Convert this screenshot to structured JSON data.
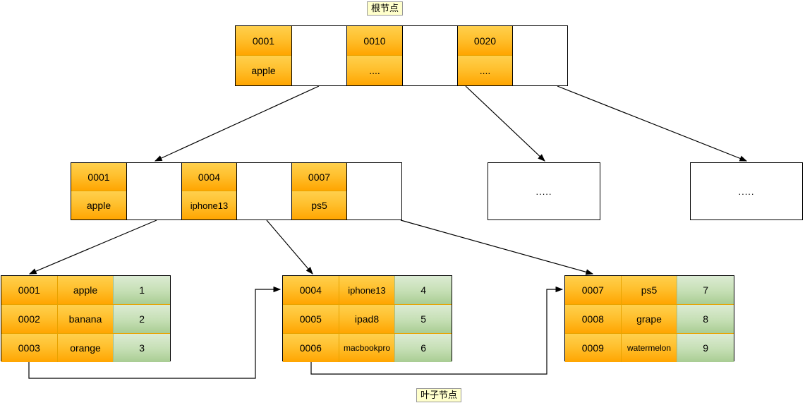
{
  "captions": {
    "root": "根节点",
    "leaf": "叶子节点"
  },
  "root_node": {
    "entries": [
      {
        "key": "0001",
        "value": "apple"
      },
      {
        "key": "0010",
        "value": "...."
      },
      {
        "key": "0020",
        "value": "...."
      }
    ]
  },
  "internal_node": {
    "entries": [
      {
        "key": "0001",
        "value": "apple"
      },
      {
        "key": "0004",
        "value": "iphone13"
      },
      {
        "key": "0007",
        "value": "ps5"
      }
    ]
  },
  "placeholder_nodes": [
    {
      "text": "....."
    },
    {
      "text": "....."
    }
  ],
  "leaf_nodes": [
    {
      "rows": [
        {
          "id": "0001",
          "name": "apple",
          "value": "1"
        },
        {
          "id": "0002",
          "name": "banana",
          "value": "2"
        },
        {
          "id": "0003",
          "name": "orange",
          "value": "3"
        }
      ]
    },
    {
      "rows": [
        {
          "id": "0004",
          "name": "iphone13",
          "value": "4"
        },
        {
          "id": "0005",
          "name": "ipad8",
          "value": "5"
        },
        {
          "id": "0006",
          "name": "macbookpro",
          "value": "6"
        }
      ]
    },
    {
      "rows": [
        {
          "id": "0007",
          "name": "ps5",
          "value": "7"
        },
        {
          "id": "0008",
          "name": "grape",
          "value": "8"
        },
        {
          "id": "0009",
          "name": "watermelon",
          "value": "9"
        }
      ]
    }
  ],
  "colors": {
    "key_orange": "#ffa500",
    "key_orange_light": "#ffd04d",
    "value_green": "#a9cd93",
    "value_green_light": "#dcebd3",
    "caption_yellow": "#ffffcc",
    "stroke": "#000000"
  }
}
